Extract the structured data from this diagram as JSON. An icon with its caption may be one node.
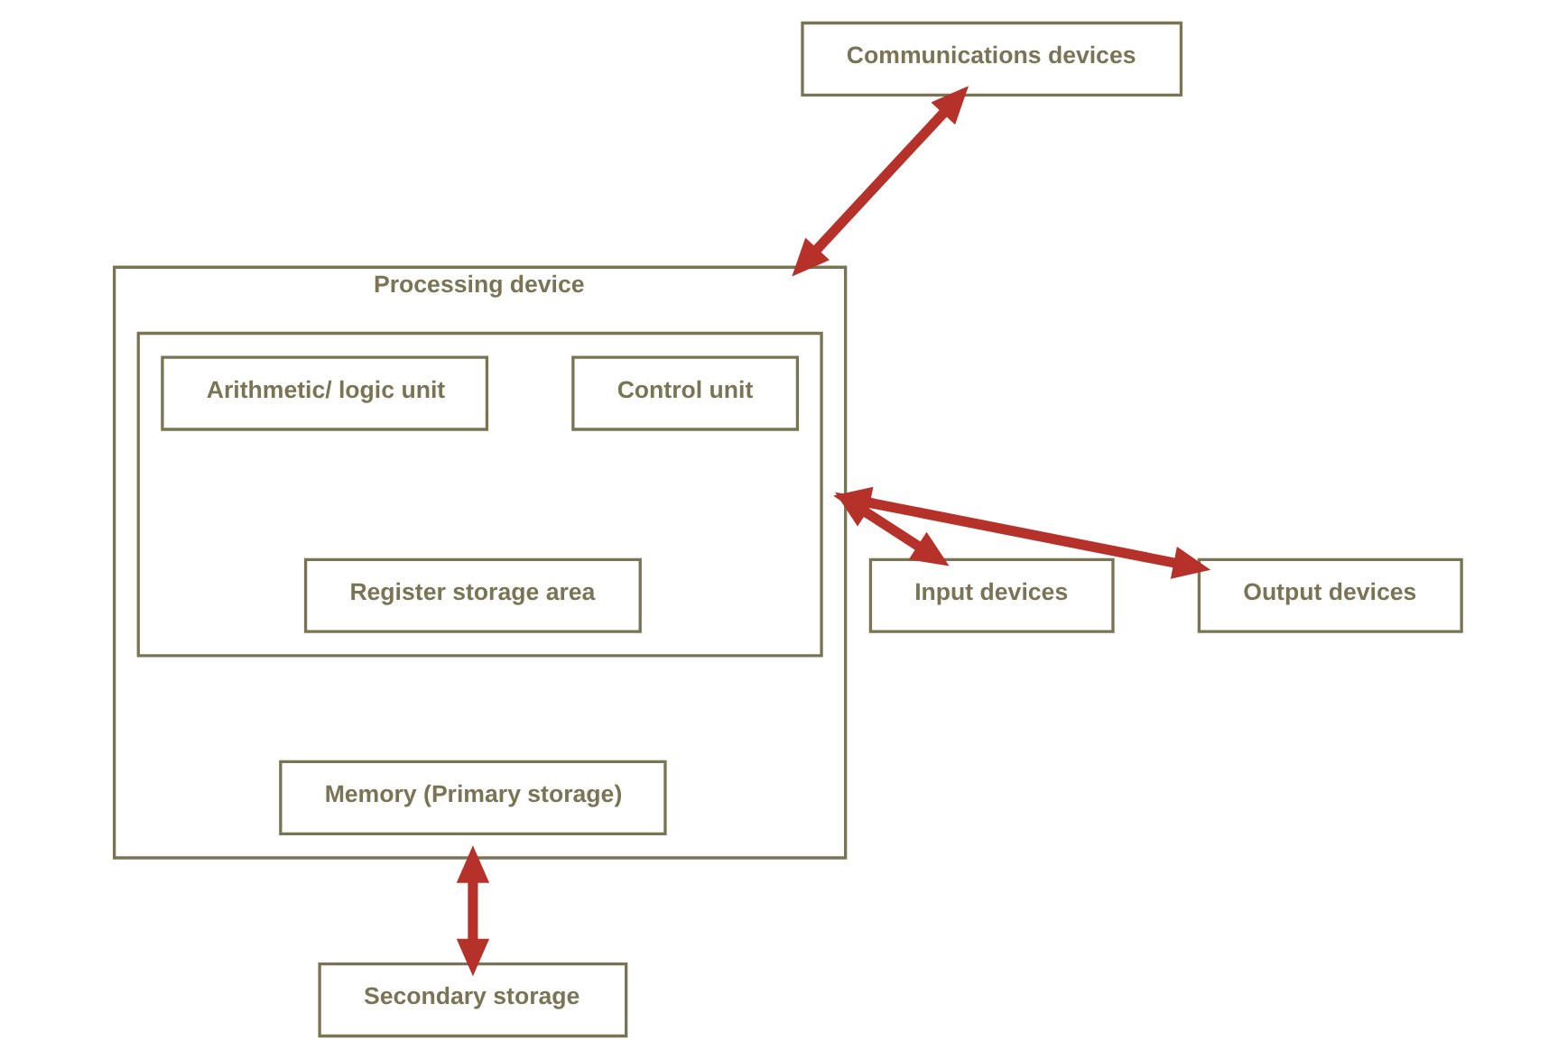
{
  "diagram": {
    "nodes": [
      {
        "text": [
          "Communications devices"
        ]
      },
      {
        "text": [
          "Processing device"
        ]
      },
      {
        "text": [],
        "shape": "box",
        "in": 1
      },
      {
        "text": [
          "Control unit"
        ],
        "in": 2
      },
      {
        "text": [
          "Arithmetic/ logic unit"
        ],
        "in": 2
      },
      {
        "text": [
          "Register storage area"
        ],
        "in": 2
      },
      {
        "text": [
          "Memory (Primary storage)"
        ],
        "in": 1
      },
      {
        "text": [
          "Input devices"
        ]
      },
      {
        "text": [
          "Output devices"
        ]
      },
      {
        "text": [
          "Secondary storage"
        ]
      }
    ],
    "edges": [
      {
        "from": 0,
        "to": 1,
        "arrow": "both"
      },
      {
        "from": 7,
        "to": 1,
        "arrow": "both"
      },
      {
        "from": 1,
        "to": 8,
        "arrow": "both"
      },
      {
        "from": 1,
        "to": 9,
        "arrow": "both"
      }
    ]
  }
}
